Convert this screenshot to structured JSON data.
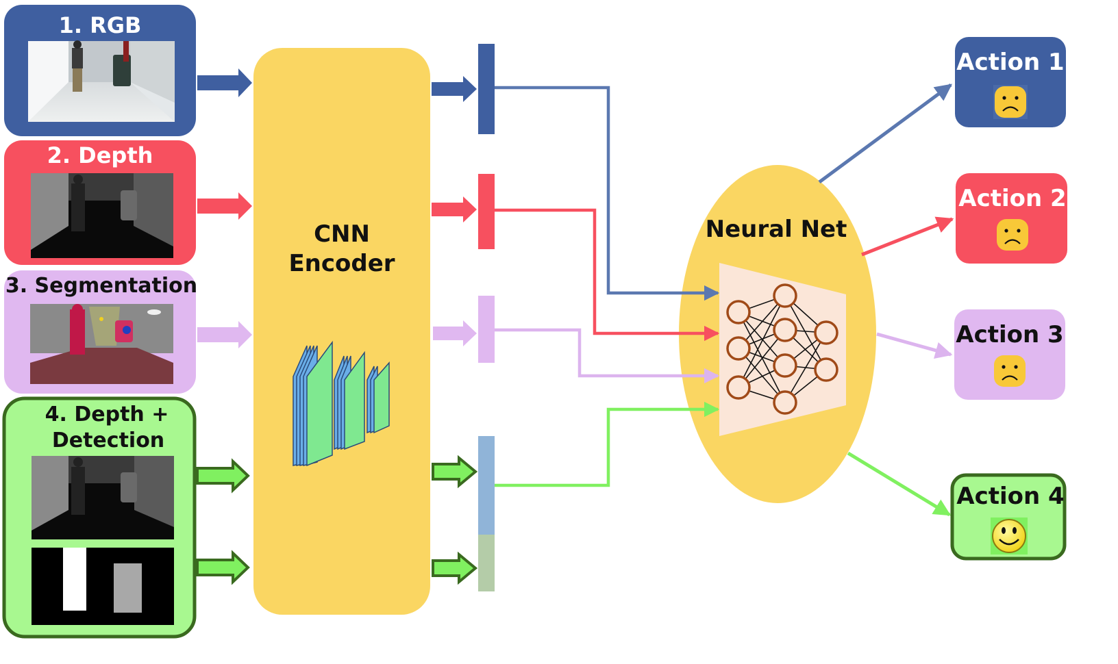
{
  "inputs": [
    {
      "label": "1. RGB",
      "color": "#3f5fa0",
      "text_color": "#ffffff"
    },
    {
      "label": "2. Depth",
      "color": "#f7505f",
      "text_color": "#ffffff"
    },
    {
      "label": "3. Segmentation",
      "color": "#e0b8f0",
      "text_color": "#111111"
    },
    {
      "label_line1": "4. Depth +",
      "label_line2": "Detection",
      "color": "#a8f890",
      "border": "#3a6a1f",
      "text_color": "#111111"
    }
  ],
  "encoder": {
    "line1": "CNN",
    "line2": "Encoder",
    "color": "#fad662"
  },
  "neural_net": {
    "label": "Neural Net",
    "color": "#fad662",
    "panel_color": "#fbe6d8",
    "node_color": "#a04a18"
  },
  "actions": [
    {
      "label": "Action 1",
      "color": "#3f5fa0",
      "text_color": "#ffffff",
      "face": "sad-face-icon"
    },
    {
      "label": "Action 2",
      "color": "#f7505f",
      "text_color": "#ffffff",
      "face": "sad-face-icon"
    },
    {
      "label": "Action 3",
      "color": "#e0b8f0",
      "text_color": "#111111",
      "face": "sad-face-icon"
    },
    {
      "label": "Action 4",
      "color": "#a8f890",
      "border": "#3a6a1f",
      "text_color": "#111111",
      "face": "smiley-face-icon"
    }
  ],
  "feature_colors": {
    "rgb": "#3f5fa0",
    "depth": "#f7505f",
    "segmentation": "#e0b8f0",
    "detection_top": "#90b4d8",
    "detection_bottom": "#b4cca8",
    "fused_line": "#80f060"
  }
}
